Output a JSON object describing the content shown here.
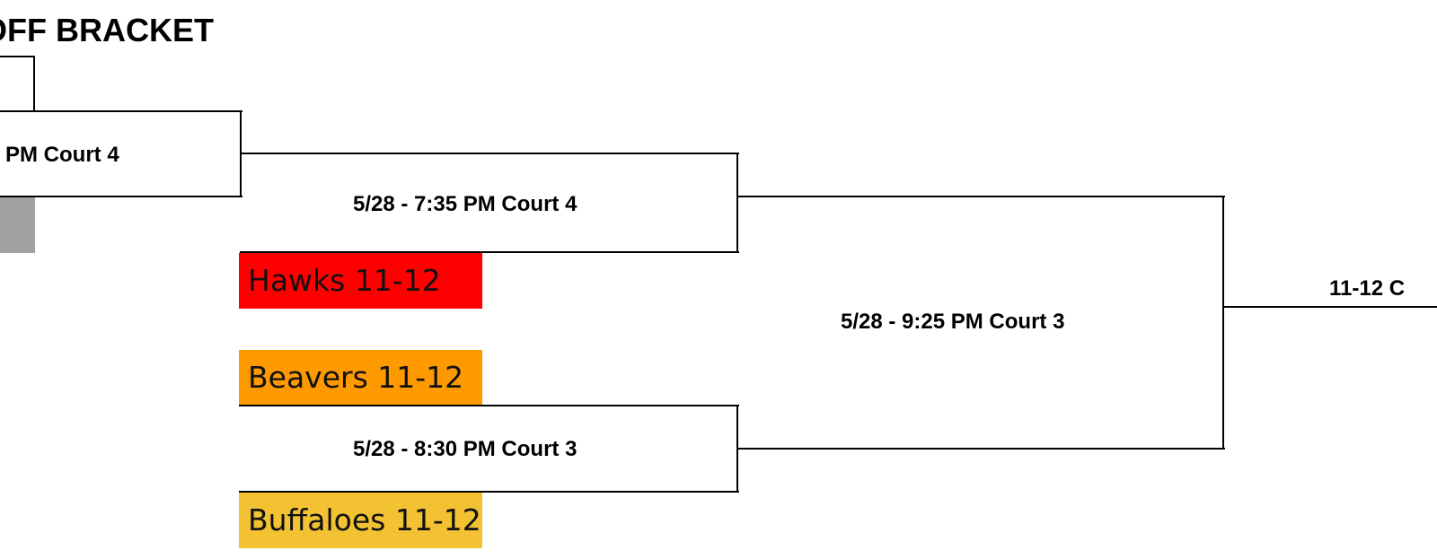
{
  "bracket": {
    "title": "OFF BRACKET",
    "first_round_game_label": "PM Court 4",
    "semifinal_top_label": "5/28 - 7:35 PM Court 4",
    "semifinal_bottom_label": "5/28 - 8:30 PM Court 3",
    "final_label": "5/28 - 9:25 PM Court 3",
    "championship_label": "11-12 C",
    "teams": [
      {
        "name": "Hawks 11-12",
        "color": "#ff0000"
      },
      {
        "name": "Beavers 11-12",
        "color": "#ff9900"
      },
      {
        "name": "Buffaloes 11-12",
        "color": "#f2c232"
      }
    ],
    "placeholder_color": "#a0a0a0"
  }
}
